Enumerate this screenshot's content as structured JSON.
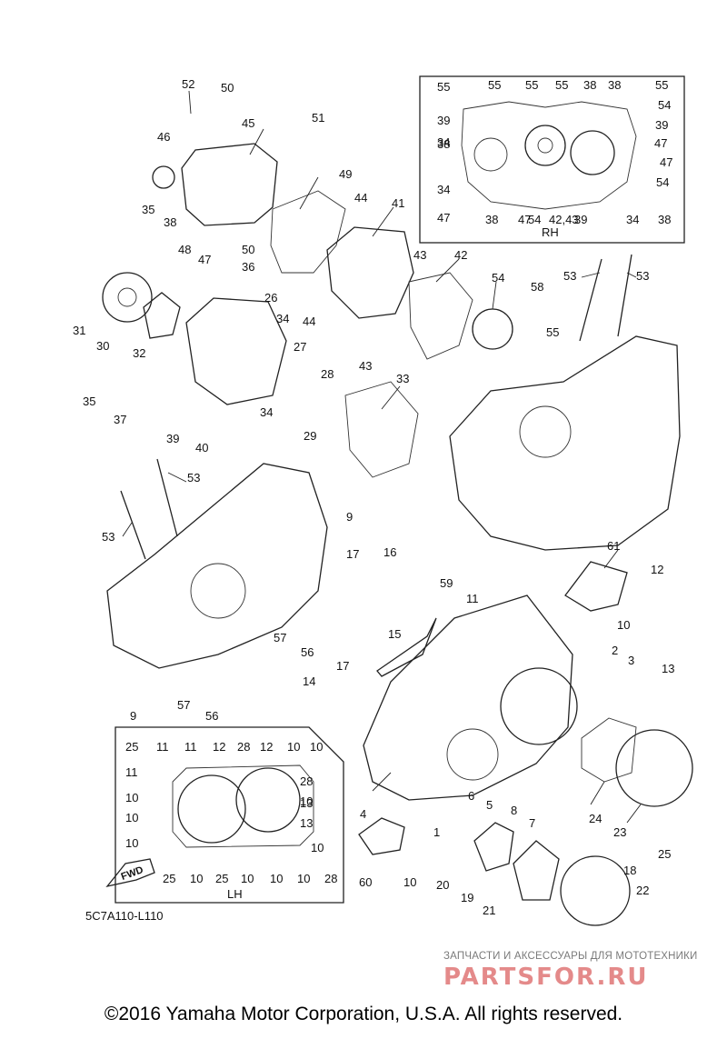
{
  "diagram_code": "5C7A110-L110",
  "copyright": "©2016 Yamaha Motor Corporation, U.S.A. All rights reserved.",
  "watermark": {
    "tagline": "ЗАПЧАСТИ И АКСЕССУАРЫ ДЛЯ МОТОТЕХНИКИ",
    "logo": "PARTSFOR.RU"
  },
  "insets": {
    "rh": {
      "label": "RH"
    },
    "lh": {
      "label": "LH",
      "fwd": "FWD"
    }
  },
  "callouts": [
    "52",
    "50",
    "51",
    "45",
    "46",
    "49",
    "44",
    "41",
    "35",
    "38",
    "48",
    "47",
    "50",
    "36",
    "26",
    "34",
    "44",
    "43",
    "42",
    "31",
    "30",
    "32",
    "27",
    "28",
    "35",
    "37",
    "39",
    "40",
    "34",
    "29",
    "43",
    "33",
    "54",
    "58",
    "53",
    "53",
    "55",
    "55",
    "55",
    "55",
    "55",
    "39",
    "38",
    "38",
    "55",
    "34",
    "54",
    "38",
    "39",
    "47",
    "34",
    "47",
    "38",
    "54",
    "47",
    "54",
    "47",
    "42,43",
    "39",
    "34",
    "38",
    "53",
    "53",
    "9",
    "17",
    "16",
    "59",
    "11",
    "61",
    "12",
    "10",
    "57",
    "56",
    "15",
    "2",
    "3",
    "13",
    "17",
    "14",
    "57",
    "56",
    "9",
    "4",
    "6",
    "5",
    "8",
    "7",
    "24",
    "23",
    "1",
    "25",
    "60",
    "10",
    "20",
    "19",
    "21",
    "18",
    "22",
    "25",
    "11",
    "11",
    "12",
    "28",
    "12",
    "10",
    "10",
    "11",
    "10",
    "28",
    "10",
    "13",
    "10",
    "13",
    "10",
    "10",
    "25",
    "10",
    "25",
    "10",
    "10",
    "10",
    "28"
  ]
}
